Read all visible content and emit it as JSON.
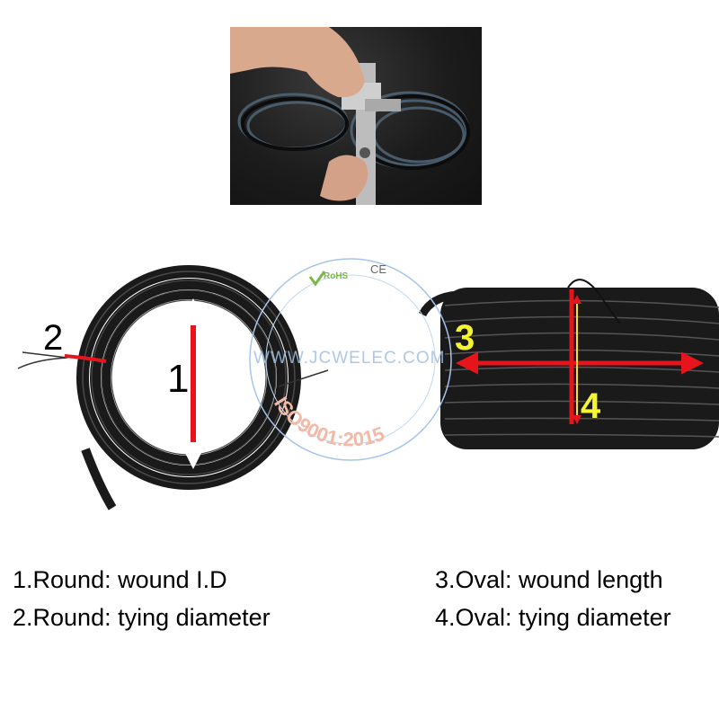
{
  "watermark": {
    "site": "WWW.JCWELEC.COM",
    "cert": "ISO9001:2015",
    "rohs": "RoHS",
    "ce": "CE"
  },
  "labels": {
    "n1": "1",
    "n2": "2",
    "n3": "3",
    "n4": "4"
  },
  "captions": {
    "c1": "1.Round: wound I.D",
    "c2": "2.Round: tying diameter",
    "c3": "3.Oval: wound length",
    "c4": "4.Oval: tying diameter"
  },
  "colors": {
    "arrow": "#e8141b",
    "highlight": "#f5f531",
    "cable": "#1a1a1a"
  }
}
